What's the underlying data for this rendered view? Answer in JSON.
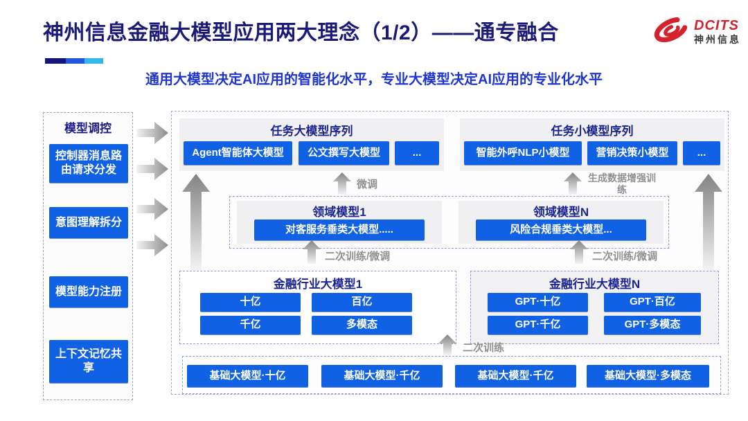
{
  "header": {
    "title": "神州信息金融大模型应用两大理念（1/2）——通专融合",
    "subtitle": "通用大模型决定AI应用的智能化水平，专业大模型决定AI应用的专业化水平",
    "logo": {
      "brand": "DCITS",
      "brand_cn": "神州信息"
    }
  },
  "colors": {
    "button_blue": "#1161e4",
    "title_navy": "#1a1a78",
    "subtitle_blue": "#1e36cf",
    "logo_red": "#d5232e",
    "label_gray": "#909090",
    "deco_segments": [
      "#14147a",
      "#2257de",
      "#36b7e9"
    ]
  },
  "sidebar": {
    "title": "模型调控",
    "items": [
      "控制器消息路由请求分发",
      "意图理解拆分",
      "模型能力注册",
      "上下文记忆共享"
    ]
  },
  "flow_labels": {
    "finetune": "微调",
    "gen_data_training": "生成数据增强训练",
    "retrain_finetune": "二次训练/微调",
    "retrain": "二次训练"
  },
  "task_large": {
    "title": "任务大模型序列",
    "items": [
      "Agent智能体大模型",
      "公文撰写大模型",
      "..."
    ]
  },
  "task_small": {
    "title": "任务小模型序列",
    "items": [
      "智能外呼NLP小模型",
      "营销决策小模型",
      "..."
    ]
  },
  "domain": {
    "d1": {
      "title": "领域模型1",
      "item": "对客服务垂类大模型....."
    },
    "dn": {
      "title": "领域模型N",
      "item": "风险合规垂类大模型..."
    }
  },
  "industry1": {
    "title": "金融行业大模型1",
    "items": [
      "十亿",
      "百亿",
      "千亿",
      "多模态"
    ]
  },
  "industryN": {
    "title": "金融行业大模型N",
    "items": [
      "GPT·十亿",
      "GPT·百亿",
      "GPT·千亿",
      "GPT·多模态"
    ]
  },
  "foundation": {
    "items": [
      "基础大模型·十亿",
      "基础大模型·千亿",
      "基础大模型·千亿",
      "基础大模型·多模态"
    ]
  }
}
